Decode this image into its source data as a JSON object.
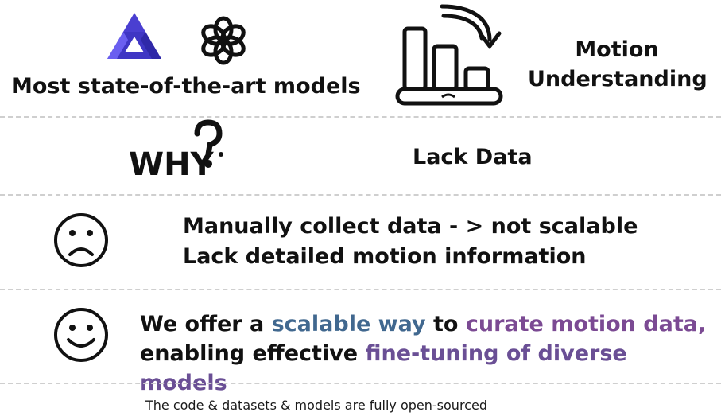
{
  "colors": {
    "divider": "#cfcfcf",
    "highlight_blue": "#41688f",
    "highlight_purple": "#7b4a93",
    "qwen_logo": "#4a3fd1"
  },
  "icons": {
    "qwen_logo": "qwen-logo-icon",
    "openai_logo": "openai-logo-icon",
    "chart_device": "bar-chart-down-arrow-icon",
    "why_text": "why-question-icon",
    "sad_face": "sad-face-icon",
    "happy_face": "happy-face-icon"
  },
  "row1": {
    "models_label": "Most state-of-the-art models",
    "motion_line1": "Motion",
    "motion_line2": "Understanding"
  },
  "row2": {
    "why_label": "WHY",
    "lack_data": "Lack Data"
  },
  "row3": {
    "line1": "Manually collect data - > not scalable",
    "line2": "Lack detailed motion information"
  },
  "row4": {
    "part1": "We offer a ",
    "part2": "scalable way",
    "part3": " to ",
    "part4": "curate motion data,",
    "part5": "enabling effective ",
    "part6": "fine-tuning of diverse models"
  },
  "footer": "The code & datasets & models are fully open-sourced"
}
